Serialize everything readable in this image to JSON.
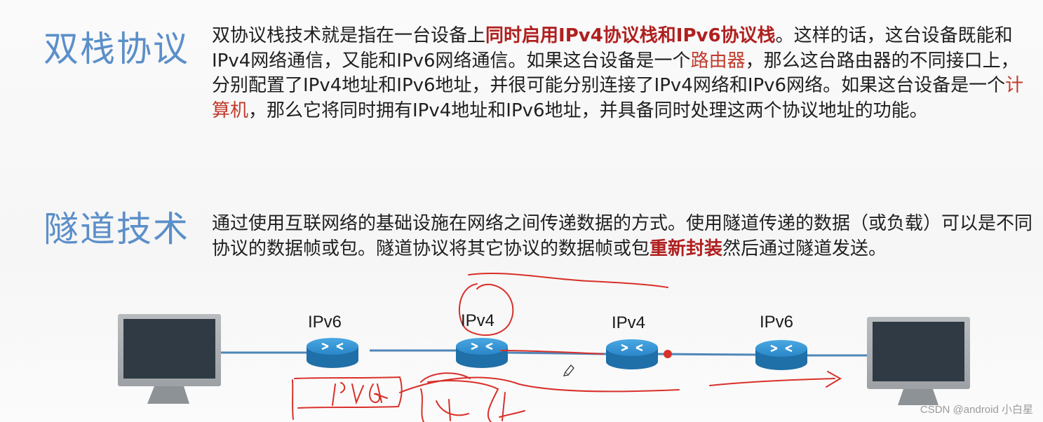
{
  "dual_stack": {
    "title": "双栈协议",
    "text_1": "双协议栈技术就是指在一台设备上",
    "highlight_1": "同时启用IPv4协议栈和IPv6协议栈",
    "text_2": "。这样的话，这台设备既能和IPv4网络通信，又能和IPv6网络通信。如果这台设备是一个",
    "highlight_2": "路由器",
    "text_3": "，那么这台路由器的不同接口上，分别配置了IPv4地址和IPv6地址，并很可能分别连接了IPv4网络和IPv6网络。如果这台设备是一个",
    "highlight_3": "计算机",
    "text_4": "，那么它将同时拥有IPv4地址和IPv6地址，并具备同时处理这两个协议地址的功能。"
  },
  "tunneling": {
    "title": "隧道技术",
    "text_1": "通过使用互联网络的基础设施在网络之间传递数据的方式。使用隧道传递的数据（或负载）可以是不同协议的数据帧或包。隧道协议将其它协议的数据帧或包",
    "highlight_1": "重新封装",
    "text_2": "然后通过隧道发送。"
  },
  "diagram": {
    "labels": [
      "IPv6",
      "IPv4",
      "IPv4",
      "IPv6"
    ],
    "handwriting": "IPv6"
  },
  "watermark": "CSDN @android 小白星",
  "colors": {
    "heading": "#5b8fc9",
    "highlight": "#b01f1f",
    "router": "#2a8fcf",
    "ink": "#d9302a"
  }
}
